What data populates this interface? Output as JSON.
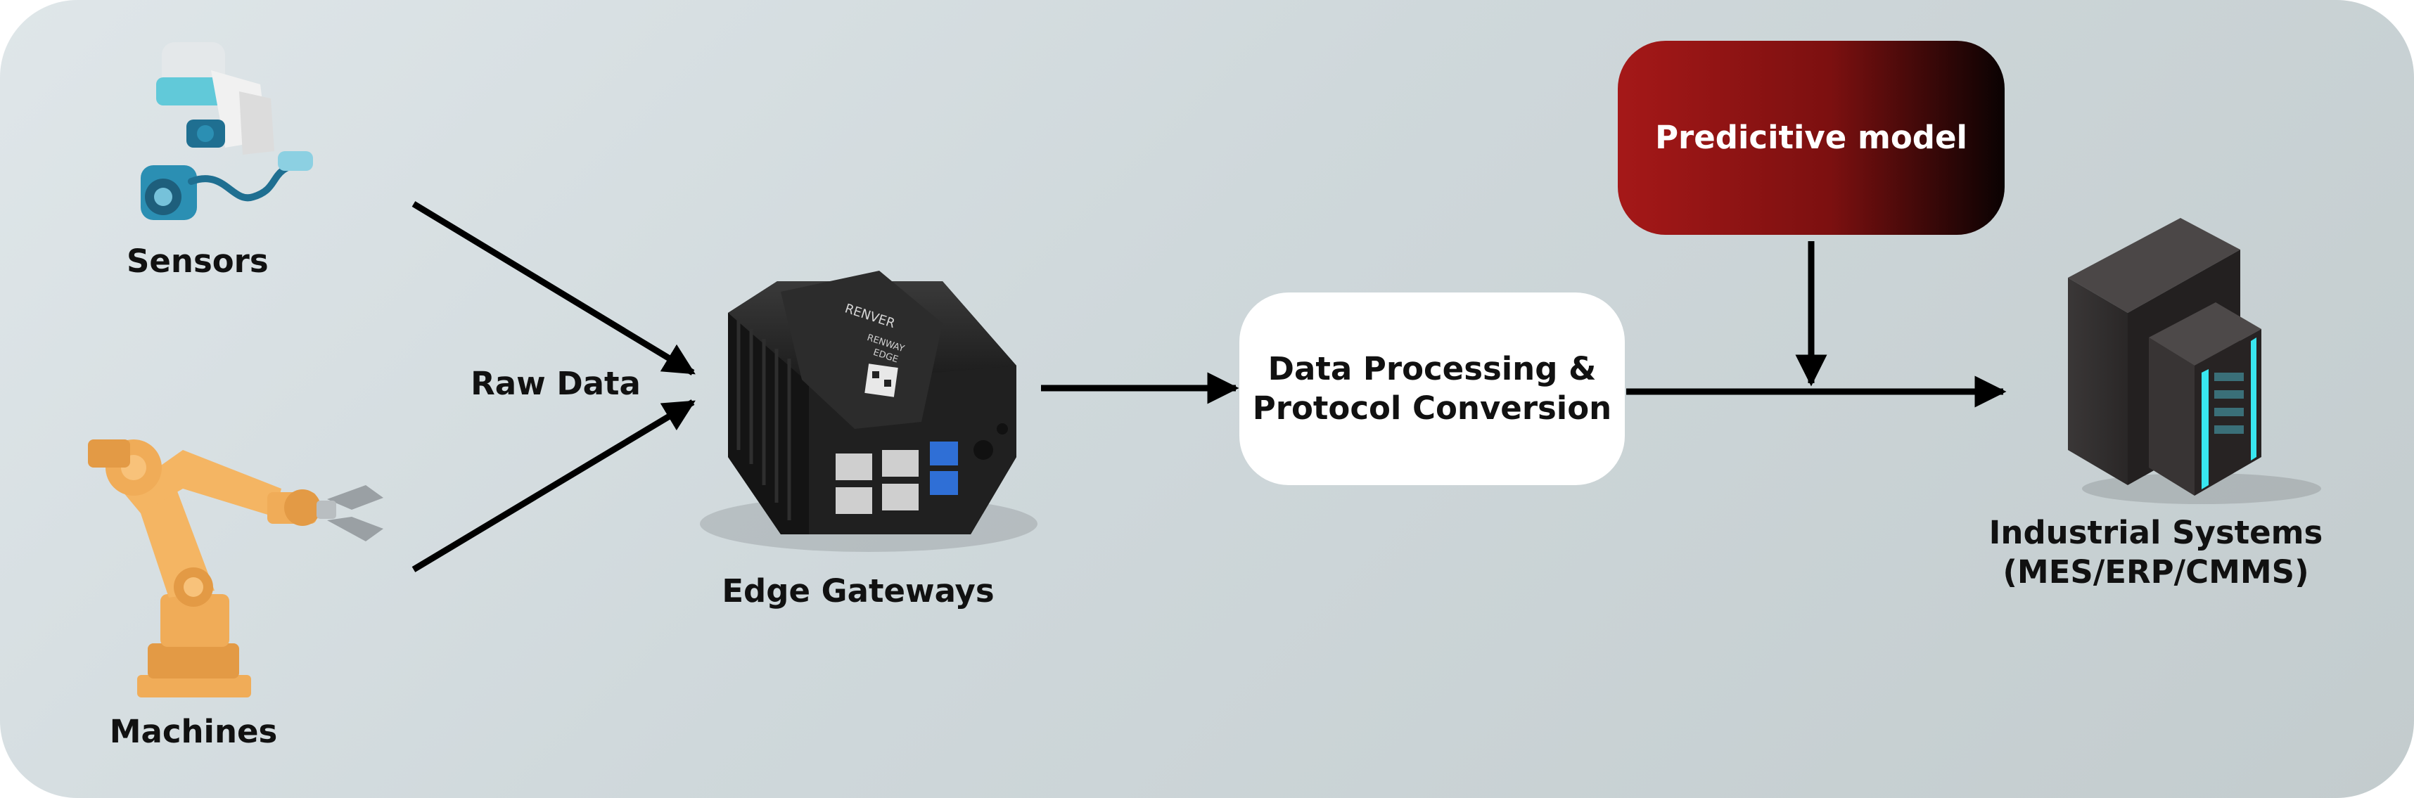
{
  "nodes": {
    "sensors": "Sensors",
    "machines": "Machines",
    "raw_data": "Raw Data",
    "edge_gateways": "Edge Gateways",
    "processing": [
      "Data Processing &",
      "Protocol Conversion"
    ],
    "predictive_model": "Predicitive model",
    "industrial_systems": [
      "Industrial Systems",
      "(MES/ERP/CMMS)"
    ]
  },
  "device_text": [
    "RENVER",
    "RENWAY",
    "EDGE"
  ],
  "colors": {
    "panel_background": "#cfd8db",
    "arrow": "#000000",
    "model_gradient_start": "#a51818",
    "model_gradient_end": "#0a0202",
    "processing_box": "#ffffff",
    "sensor_teal": "#2b8fb3",
    "robot_orange": "#f0ac58",
    "server_glow": "#38e6f0"
  },
  "icons": [
    "sensors-icon",
    "robot-arm-icon",
    "edge-gateway-device-icon",
    "server-rack-icon"
  ]
}
